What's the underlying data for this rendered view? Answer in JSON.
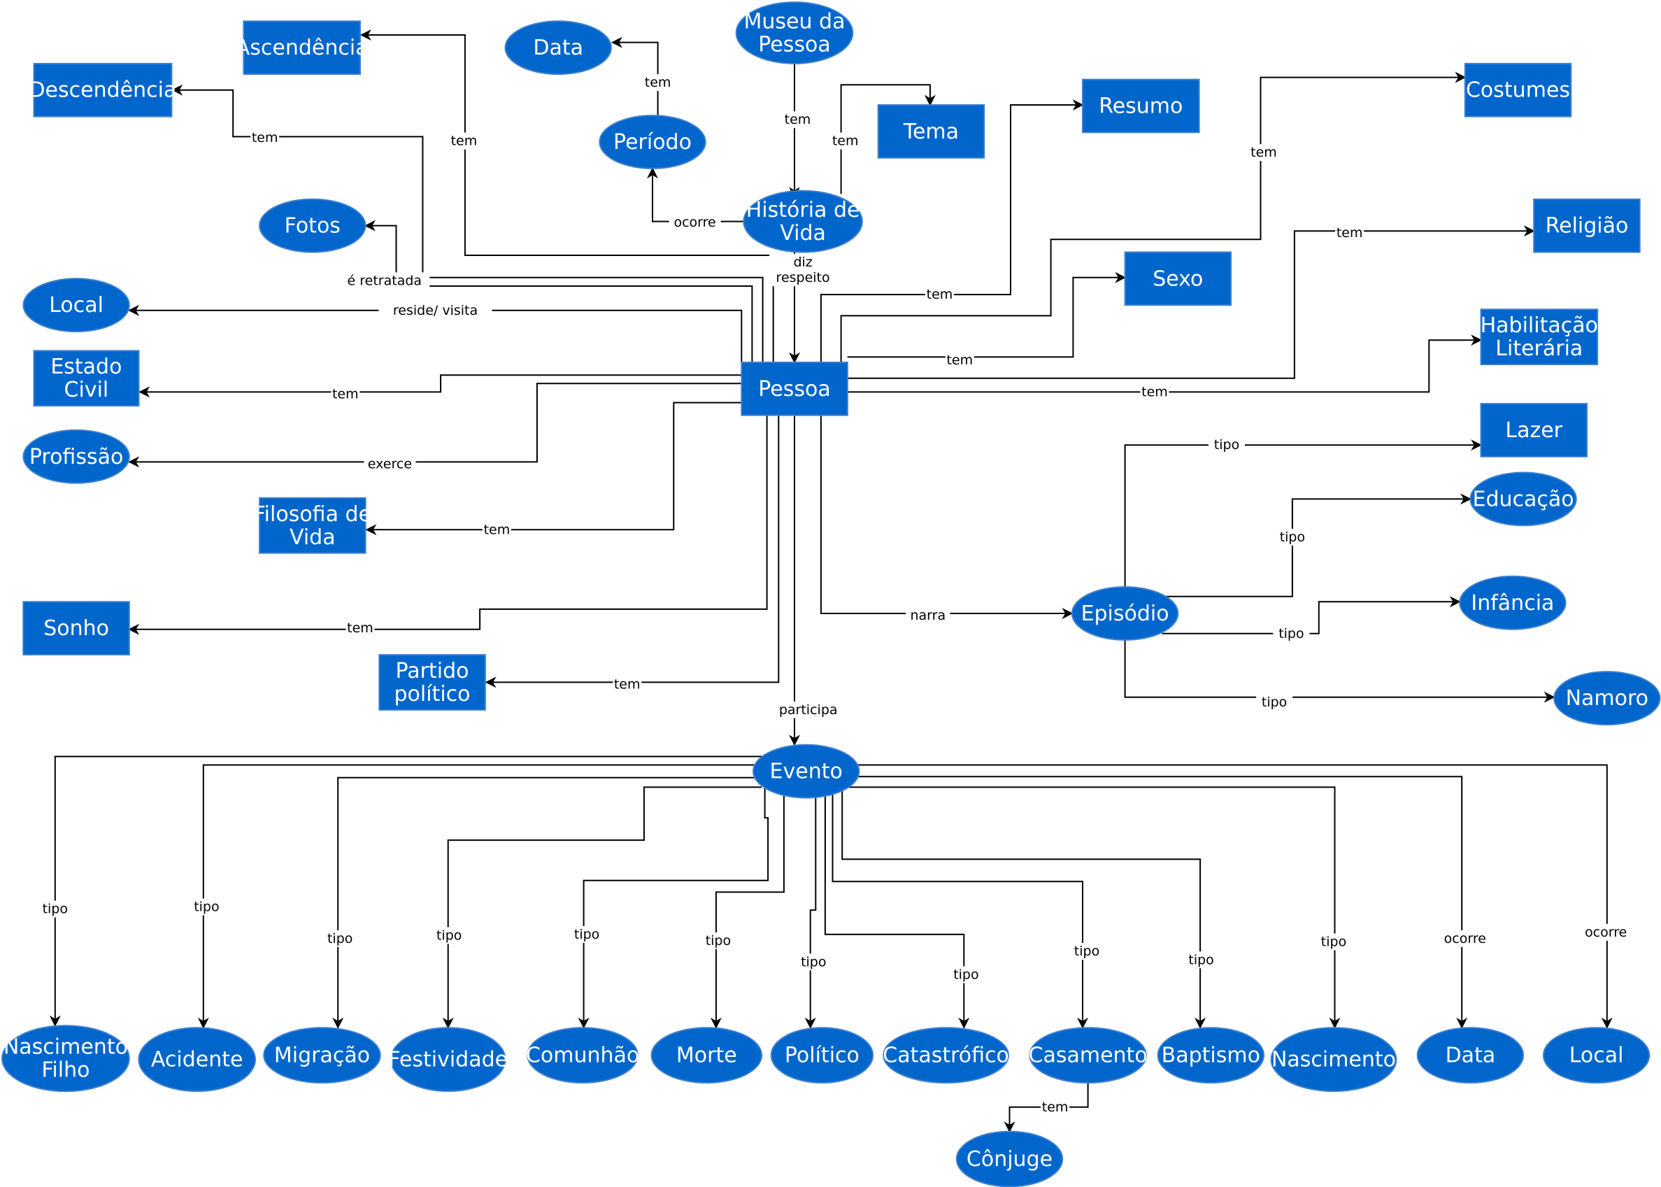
{
  "colors": {
    "node_fill": "#0066cc",
    "node_stroke": "#3d7fd0",
    "node_text": "#ffffff",
    "edge": "#000000"
  },
  "nodes": [
    {
      "id": "pessoa",
      "label": "Pessoa",
      "shape": "rect"
    },
    {
      "id": "historia",
      "label": "História de Vida",
      "shape": "ellipse"
    },
    {
      "id": "museu",
      "label": "Museu da Pessoa",
      "shape": "ellipse"
    },
    {
      "id": "periodo",
      "label": "Período",
      "shape": "ellipse"
    },
    {
      "id": "data_top",
      "label": "Data",
      "shape": "ellipse"
    },
    {
      "id": "tema",
      "label": "Tema",
      "shape": "rect"
    },
    {
      "id": "ascendencia",
      "label": "Ascendência",
      "shape": "rect"
    },
    {
      "id": "descendencia",
      "label": "Descendência",
      "shape": "rect"
    },
    {
      "id": "fotos",
      "label": "Fotos",
      "shape": "ellipse"
    },
    {
      "id": "local_left",
      "label": "Local",
      "shape": "ellipse"
    },
    {
      "id": "estado_civil",
      "label": "Estado Civil",
      "shape": "rect"
    },
    {
      "id": "profissao",
      "label": "Profissão",
      "shape": "ellipse"
    },
    {
      "id": "filosofia",
      "label": "Filosofia de Vida",
      "shape": "rect"
    },
    {
      "id": "sonho",
      "label": "Sonho",
      "shape": "rect"
    },
    {
      "id": "partido",
      "label": "Partido político",
      "shape": "rect"
    },
    {
      "id": "resumo",
      "label": "Resumo",
      "shape": "rect"
    },
    {
      "id": "costumes",
      "label": "Costumes",
      "shape": "rect"
    },
    {
      "id": "sexo",
      "label": "Sexo",
      "shape": "rect"
    },
    {
      "id": "religiao",
      "label": "Religião",
      "shape": "rect"
    },
    {
      "id": "habilitacao",
      "label": "Habilitação Literária",
      "shape": "rect"
    },
    {
      "id": "lazer",
      "label": "Lazer",
      "shape": "rect"
    },
    {
      "id": "educacao",
      "label": "Educação",
      "shape": "ellipse"
    },
    {
      "id": "episodio",
      "label": "Episódio",
      "shape": "ellipse"
    },
    {
      "id": "infancia",
      "label": "Infância",
      "shape": "ellipse"
    },
    {
      "id": "namoro",
      "label": "Namoro",
      "shape": "ellipse"
    },
    {
      "id": "evento",
      "label": "Evento",
      "shape": "ellipse"
    },
    {
      "id": "nasc_filho",
      "label": "Nascimento Filho",
      "shape": "ellipse"
    },
    {
      "id": "acidente",
      "label": "Acidente",
      "shape": "ellipse"
    },
    {
      "id": "migracao",
      "label": "Migração",
      "shape": "ellipse"
    },
    {
      "id": "festividade",
      "label": "Festividade",
      "shape": "ellipse"
    },
    {
      "id": "comunhao",
      "label": "Comunhão",
      "shape": "ellipse"
    },
    {
      "id": "morte",
      "label": "Morte",
      "shape": "ellipse"
    },
    {
      "id": "politico",
      "label": "Político",
      "shape": "ellipse"
    },
    {
      "id": "catastrofico",
      "label": "Catastrófico",
      "shape": "ellipse"
    },
    {
      "id": "casamento",
      "label": "Casamento",
      "shape": "ellipse"
    },
    {
      "id": "baptismo",
      "label": "Baptismo",
      "shape": "ellipse"
    },
    {
      "id": "nascimento",
      "label": "Nascimento",
      "shape": "ellipse"
    },
    {
      "id": "data_bottom",
      "label": "Data",
      "shape": "ellipse"
    },
    {
      "id": "local_bottom",
      "label": "Local",
      "shape": "ellipse"
    },
    {
      "id": "conjuge",
      "label": "Cônjuge",
      "shape": "ellipse"
    }
  ],
  "edges": [
    {
      "from": "museu",
      "to": "historia",
      "label": "tem"
    },
    {
      "from": "historia",
      "to": "periodo",
      "label": "ocorre"
    },
    {
      "from": "periodo",
      "to": "data_top",
      "label": "tem"
    },
    {
      "from": "historia",
      "to": "tema",
      "label": "tem"
    },
    {
      "from": "historia",
      "to": "pessoa",
      "label": "diz respeito"
    },
    {
      "from": "pessoa",
      "to": "ascendencia",
      "label": "tem"
    },
    {
      "from": "pessoa",
      "to": "descendencia",
      "label": "tem"
    },
    {
      "from": "pessoa",
      "to": "fotos",
      "label": "é retratada"
    },
    {
      "from": "pessoa",
      "to": "local_left",
      "label": "reside/ visita"
    },
    {
      "from": "pessoa",
      "to": "estado_civil",
      "label": "tem"
    },
    {
      "from": "pessoa",
      "to": "profissao",
      "label": "exerce"
    },
    {
      "from": "pessoa",
      "to": "filosofia",
      "label": "tem"
    },
    {
      "from": "pessoa",
      "to": "sonho",
      "label": "tem"
    },
    {
      "from": "pessoa",
      "to": "partido",
      "label": "tem"
    },
    {
      "from": "pessoa",
      "to": "resumo",
      "label": "tem"
    },
    {
      "from": "pessoa",
      "to": "costumes",
      "label": "tem"
    },
    {
      "from": "pessoa",
      "to": "sexo",
      "label": "tem"
    },
    {
      "from": "pessoa",
      "to": "religiao",
      "label": "tem"
    },
    {
      "from": "pessoa",
      "to": "habilitacao",
      "label": "tem"
    },
    {
      "from": "pessoa",
      "to": "episodio",
      "label": "narra"
    },
    {
      "from": "pessoa",
      "to": "evento",
      "label": "participa"
    },
    {
      "from": "episodio",
      "to": "lazer",
      "label": "tipo"
    },
    {
      "from": "episodio",
      "to": "educacao",
      "label": "tipo"
    },
    {
      "from": "episodio",
      "to": "infancia",
      "label": "tipo"
    },
    {
      "from": "episodio",
      "to": "namoro",
      "label": "tipo"
    },
    {
      "from": "evento",
      "to": "nasc_filho",
      "label": "tipo"
    },
    {
      "from": "evento",
      "to": "acidente",
      "label": "tipo"
    },
    {
      "from": "evento",
      "to": "migracao",
      "label": "tipo"
    },
    {
      "from": "evento",
      "to": "festividade",
      "label": "tipo"
    },
    {
      "from": "evento",
      "to": "comunhao",
      "label": "tipo"
    },
    {
      "from": "evento",
      "to": "morte",
      "label": "tipo"
    },
    {
      "from": "evento",
      "to": "politico",
      "label": "tipo"
    },
    {
      "from": "evento",
      "to": "catastrofico",
      "label": "tipo"
    },
    {
      "from": "evento",
      "to": "casamento",
      "label": "tipo"
    },
    {
      "from": "evento",
      "to": "baptismo",
      "label": "tipo"
    },
    {
      "from": "evento",
      "to": "nascimento",
      "label": "tipo"
    },
    {
      "from": "evento",
      "to": "data_bottom",
      "label": "ocorre"
    },
    {
      "from": "evento",
      "to": "local_bottom",
      "label": "ocorre"
    },
    {
      "from": "casamento",
      "to": "conjuge",
      "label": "tem"
    }
  ]
}
